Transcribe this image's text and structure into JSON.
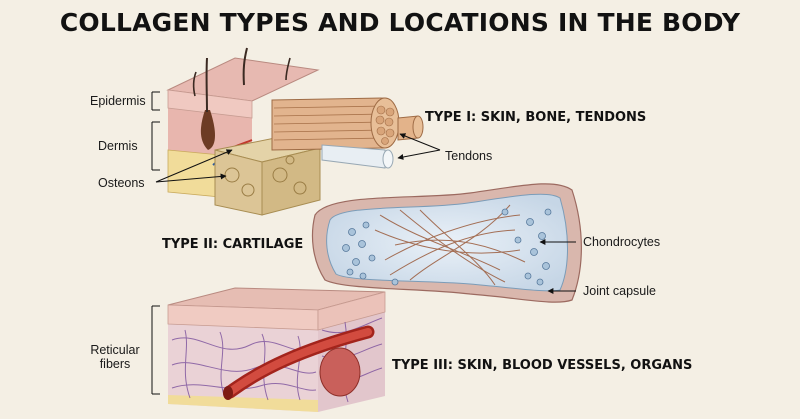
{
  "title": "COLLAGEN TYPES AND LOCATIONS IN THE BODY",
  "type1": {
    "heading": "TYPE I: SKIN, BONE, TENDONS",
    "labels": {
      "epidermis": "Epidermis",
      "dermis": "Dermis",
      "osteons": "Osteons",
      "tendons": "Tendons"
    }
  },
  "type2": {
    "heading": "TYPE II: CARTILAGE",
    "labels": {
      "chondrocytes": "Chondrocytes",
      "joint_capsule": "Joint capsule"
    }
  },
  "type3": {
    "heading": "TYPE III: SKIN, BLOOD VESSELS, ORGANS",
    "labels": {
      "reticular_line1": "Reticular",
      "reticular_line2": "fibers"
    }
  }
}
